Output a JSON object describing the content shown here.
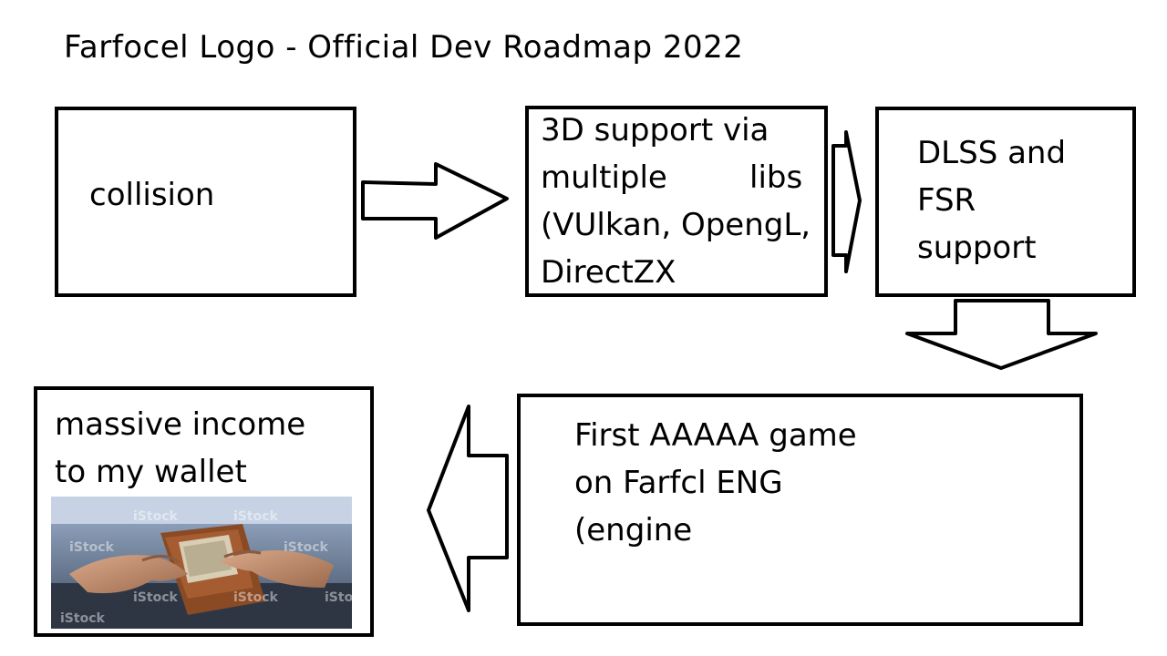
{
  "title": "Farfocel Logo - Official Dev Roadmap 2022",
  "steps": [
    {
      "label": "collision"
    },
    {
      "lines": [
        "3D support via",
        "multiple libs",
        "(VUlkan, OpengL,",
        "DirectZX"
      ]
    },
    {
      "lines": [
        "DLSS and",
        "FSR",
        "support"
      ]
    },
    {
      "lines": [
        "First AAAAA game",
        "on Farfcl ENG",
        "(engine"
      ]
    },
    {
      "lines": [
        "massive income",
        "to my wallet"
      ]
    }
  ],
  "wallet_image": {
    "watermark": "iStock"
  }
}
